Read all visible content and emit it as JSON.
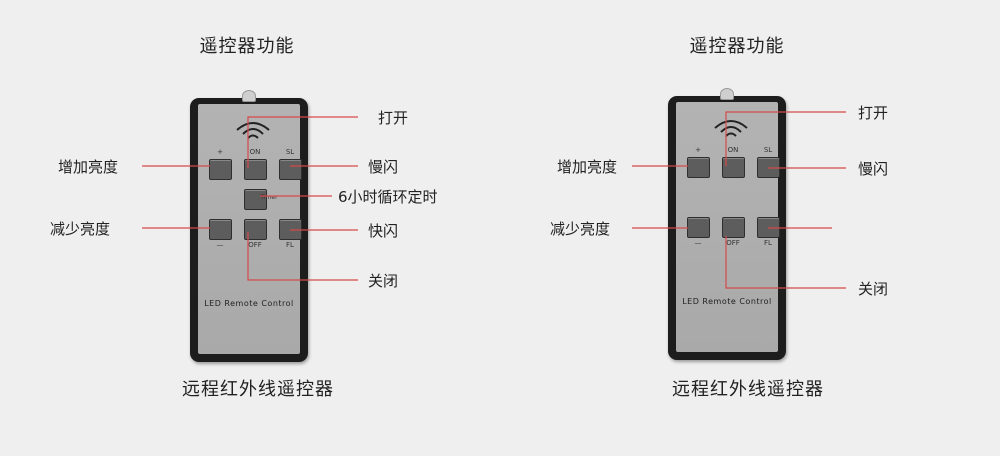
{
  "accent_line_color": "#d64a4a",
  "panels": [
    {
      "title": "遥控器功能",
      "caption": "远程红外线遥控器",
      "brand": "LED Remote Control",
      "button_labels": {
        "plus": "+",
        "on": "ON",
        "sl": "SL",
        "timer": "Timer",
        "minus": "—",
        "off": "OFF",
        "fl": "FL"
      },
      "callouts": {
        "power_on": "打开",
        "brighter": "增加亮度",
        "slow_flash": "慢闪",
        "timer": "6小时循环定时",
        "dimmer": "减少亮度",
        "fast_flash": "快闪",
        "power_off": "关闭"
      }
    },
    {
      "title": "遥控器功能",
      "caption": "远程红外线遥控器",
      "brand": "LED Remote Control",
      "button_labels": {
        "plus": "+",
        "on": "ON",
        "sl": "SL",
        "minus": "—",
        "off": "OFF",
        "fl": "FL"
      },
      "callouts": {
        "power_on": "打开",
        "brighter": "增加亮度",
        "slow_flash": "慢闪",
        "dimmer": "减少亮度",
        "power_off": "关闭"
      }
    }
  ]
}
